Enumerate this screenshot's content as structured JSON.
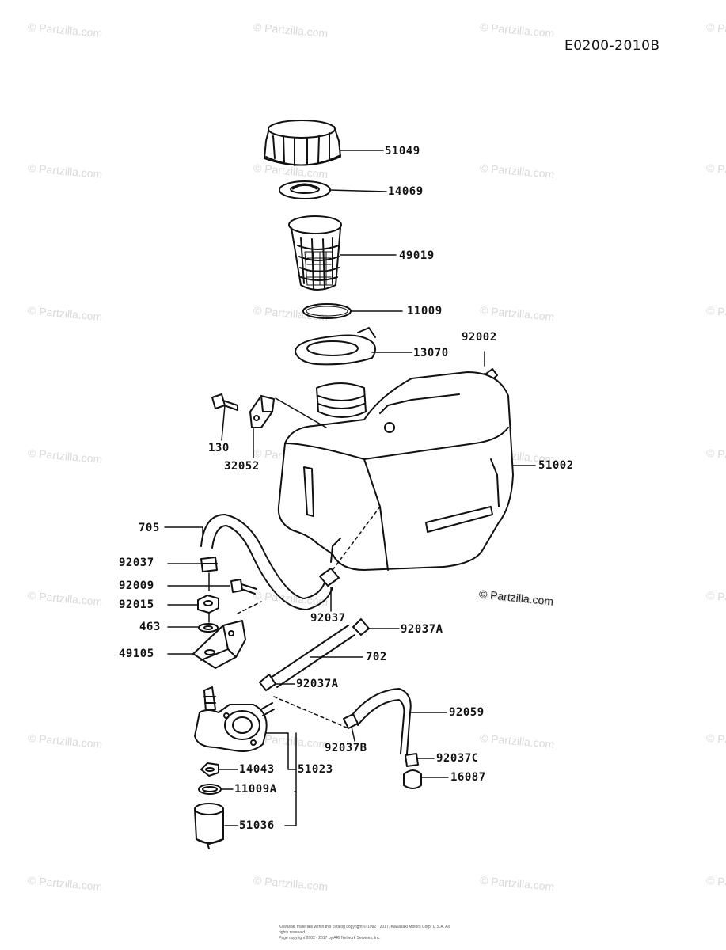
{
  "diagram_code": "E0200-2010B",
  "watermark_text": "© Partzilla.com",
  "copyright_stamp": "© Partzilla.com",
  "footer_lines": [
    "Kawasaki materials within this catalog copyright © 1992 - 2017, Kawasaki Motors Corp. U.S.A. All rights reserved.",
    "Page copyright 2002 - 2017 by ARI Network Services, Inc."
  ],
  "parts": {
    "p51049": "51049",
    "p14069": "14069",
    "p49019": "49019",
    "p11009": "11009",
    "p13070": "13070",
    "p92002": "92002",
    "p130": "130",
    "p32052": "32052",
    "p51002": "51002",
    "p705": "705",
    "p92037_a": "92037",
    "p92009": "92009",
    "p92015": "92015",
    "p463": "463",
    "p49105": "49105",
    "p92037_b": "92037",
    "p92037A_a": "92037A",
    "p702": "702",
    "p92037A_b": "92037A",
    "p92059": "92059",
    "p92037B": "92037B",
    "p92037C": "92037C",
    "p16087": "16087",
    "p14043": "14043",
    "p51023": "51023",
    "p11009A": "11009A",
    "p51036": "51036"
  }
}
